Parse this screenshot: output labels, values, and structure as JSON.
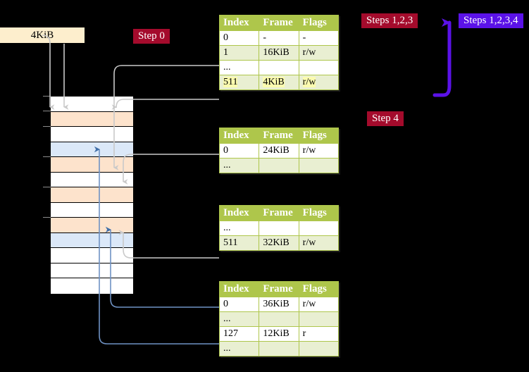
{
  "memory_block": {
    "label": "4KiB"
  },
  "badges": {
    "step0": {
      "label": "Step 0",
      "color": "#a40b2c"
    },
    "steps123": {
      "label": "Steps 1,2,3",
      "color": "#a40b2c"
    },
    "steps1234": {
      "label": "Steps 1,2,3,4",
      "color": "#5b12e8"
    },
    "step4": {
      "label": "Step 4",
      "color": "#a40b2c"
    }
  },
  "columns": {
    "index": "Index",
    "frame": "Frame",
    "flags": "Flags"
  },
  "tables": [
    {
      "name": "pml4-table",
      "rows": [
        {
          "index": "0",
          "frame": "-",
          "flags": "-",
          "alt": false,
          "highlight": false
        },
        {
          "index": "1",
          "frame": "16KiB",
          "flags": "r/w",
          "alt": true,
          "highlight": false
        },
        {
          "index": "...",
          "frame": "",
          "flags": "",
          "alt": false,
          "highlight": false
        },
        {
          "index": "511",
          "frame": "4KiB",
          "flags": "r/w",
          "alt": true,
          "highlight": true
        }
      ]
    },
    {
      "name": "pdpt-table",
      "rows": [
        {
          "index": "0",
          "frame": "24KiB",
          "flags": "r/w",
          "alt": false,
          "highlight": false
        },
        {
          "index": "...",
          "frame": "",
          "flags": "",
          "alt": true,
          "highlight": false
        }
      ]
    },
    {
      "name": "pd-table",
      "rows": [
        {
          "index": "...",
          "frame": "",
          "flags": "",
          "alt": false,
          "highlight": false
        },
        {
          "index": "511",
          "frame": "32KiB",
          "flags": "r/w",
          "alt": true,
          "highlight": false
        }
      ]
    },
    {
      "name": "pt-table",
      "rows": [
        {
          "index": "0",
          "frame": "36KiB",
          "flags": "r/w",
          "alt": false,
          "highlight": false
        },
        {
          "index": "...",
          "frame": "",
          "flags": "",
          "alt": true,
          "highlight": false
        },
        {
          "index": "127",
          "frame": "12KiB",
          "flags": "r",
          "alt": false,
          "highlight": false
        },
        {
          "index": "...",
          "frame": "",
          "flags": "",
          "alt": true,
          "highlight": false
        }
      ]
    }
  ],
  "memory_column": {
    "rows": [
      {
        "fill": "white"
      },
      {
        "fill": "orange"
      },
      {
        "fill": "white"
      },
      {
        "fill": "blue"
      },
      {
        "fill": "orange"
      },
      {
        "fill": "white"
      },
      {
        "fill": "orange"
      },
      {
        "fill": "white"
      },
      {
        "fill": "orange"
      },
      {
        "fill": "blue"
      },
      {
        "fill": "white"
      },
      {
        "fill": "white"
      },
      {
        "fill": "white"
      }
    ],
    "colors": {
      "orange": "#fde3cc",
      "blue": "#dbe8f8",
      "white": "#ffffff"
    }
  },
  "palette": {
    "table_header": "#aec64b",
    "table_alt_row": "#e9efd2",
    "highlight_yellow": "#fbfbaf",
    "frame_box": "#fdeecd",
    "gray_arrow": "#c9c9c9",
    "blue_arrow": "#6f92c4",
    "violet_arrow": "#5b12e8"
  }
}
